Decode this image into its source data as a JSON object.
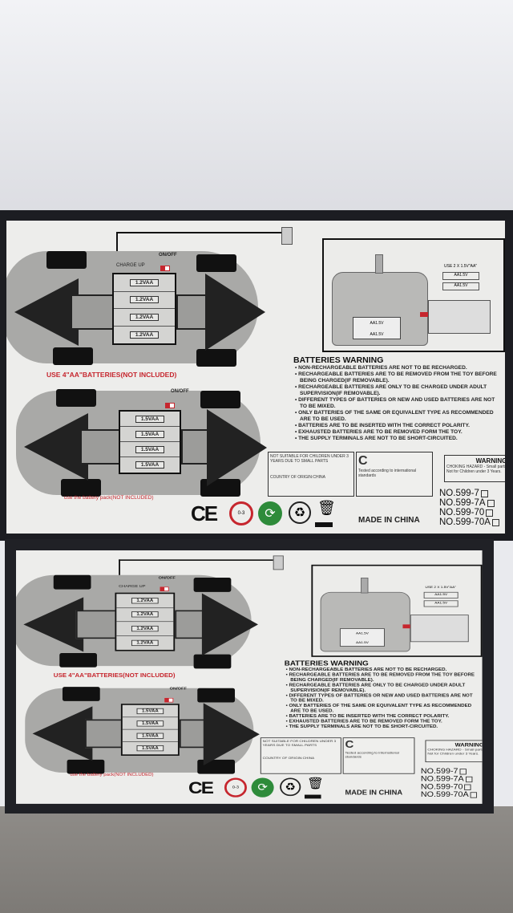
{
  "box": {
    "car_top": {
      "charge_label": "CHARGE UP",
      "switch_label": "ON/OFF",
      "batteries": [
        "1.2VAA",
        "1.2VAA",
        "1.2VAA",
        "1.2VAA"
      ],
      "note": "USE 4\"AA\"BATTERIES(NOT INCLUDED)"
    },
    "car_bottom": {
      "switch_label": "ON/OFF",
      "batteries": [
        "1.5VAA",
        "1.5VAA",
        "1.5VAA",
        "1.5VAA"
      ],
      "note": "use the battery pack(NOT INCLUDED)"
    },
    "remote": {
      "instruction": "USE 2 X 1.5V\"AA\"",
      "cells": [
        "AA1.5V",
        "AA1.5V"
      ]
    },
    "warning": {
      "title": "BATTERIES WARNING",
      "items": [
        "NON-RECHARGEABLE BATTERIES ARE NOT TO BE RECHARGED.",
        "RECHARGEABLE BATTERIES ARE TO BE REMOVED FROM THE TOY BEFORE BEING CHARGED(IF REMOVABLE).",
        "RECHARGEABLE BATTERIES ARE ONLY TO BE CHARGED UNDER ADULT SUPERVISION(IF REMOVABLE).",
        "DIFFERENT TYPES OF BATTERIES OR NEW AND USED BATTERIES ARE NOT TO BE MIXED.",
        "ONLY BATTERIES OF THE SAME OR EQUIVALENT TYPE AS RECOMMENDED ARE TO BE USED.",
        "BATTERIES ARE TO BE INSERTED WITH THE CORRECT POLARITY.",
        "EXHAUSTED BATTERIES ARE TO BE REMOVED FORM THE TOY.",
        "THE SUPPLY TERMINALS ARE NOT TO BE SHORT-CIRCUITED."
      ]
    },
    "stickers": {
      "age_warning": "NOT SUITABLE FOR CHILDREN UNDER 3 YEARS DUE TO SMALL PARTS",
      "country": "COUNTRY OF ORIGIN:CHINA",
      "standards": "Tested according to international standards",
      "choking_title": "WARNING:",
      "choking_text": "CHOKING HAZARD - Small parts. Not for Children under 3 Years."
    },
    "made_in": "MADE IN CHINA",
    "models": [
      "NO.599-7",
      "NO.599-7A",
      "NO.599-70",
      "NO.599-70A"
    ],
    "ce_mark": "CE",
    "age_icon": "0-3"
  },
  "colors": {
    "accent_red": "#c6262e",
    "recycle_green": "#2e8b3a",
    "box_black": "#1c1d22"
  }
}
